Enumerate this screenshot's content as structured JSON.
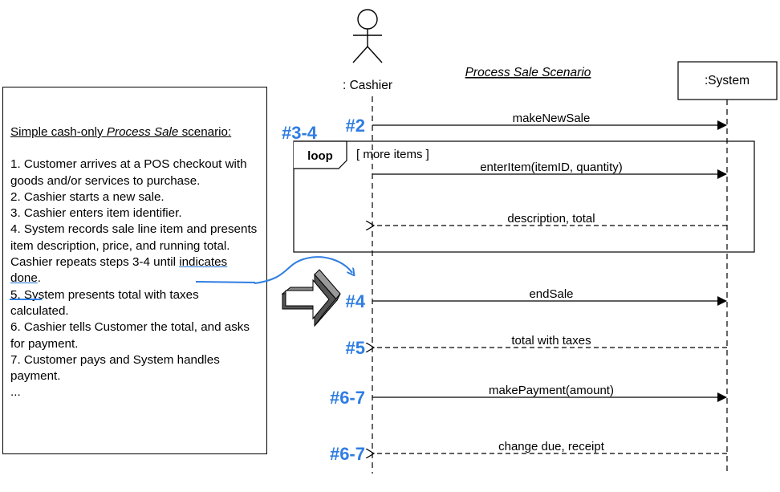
{
  "title": "Process Sale Scenario",
  "actor": {
    "label": ": Cashier"
  },
  "system": {
    "label": ":System"
  },
  "loop": {
    "tag": "loop",
    "guard": "[ more items ]"
  },
  "messages": [
    {
      "label": "makeNewSale",
      "kind": "sync",
      "step": "#2"
    },
    {
      "label": "enterItem(itemID, quantity)",
      "kind": "sync",
      "step": ""
    },
    {
      "label": "description, total",
      "kind": "return",
      "step": ""
    },
    {
      "label": "endSale",
      "kind": "sync",
      "step": "#4"
    },
    {
      "label": "total with taxes",
      "kind": "return",
      "step": "#5"
    },
    {
      "label": "makePayment(amount)",
      "kind": "sync",
      "step": "#6-7"
    },
    {
      "label": "change due, receipt",
      "kind": "return",
      "step": "#6-7"
    }
  ],
  "loop_step_label": "#3-4",
  "scenario": {
    "title_pre": "Simple cash-only ",
    "title_em": "Process Sale",
    "title_post": " scenario:",
    "steps": [
      "1. Customer arrives at a POS checkout with goods and/or services to purchase.",
      "2. Cashier starts a new sale.",
      "3. Cashier enters item identifier.",
      "4. System records sale line item and presents item description, price, and running total."
    ],
    "repeat_pre": "Cashier repeats steps 3-4 until ",
    "repeat_u1": "indicates",
    "repeat_u2": "done",
    "repeat_post": ".",
    "steps_after": [
      "5. System presents total with taxes calculated.",
      "6. Cashier tells Customer the total, and asks for payment.",
      "7. Customer pays and System handles payment.",
      "..."
    ]
  },
  "colors": {
    "annotation": "#2f7de1",
    "line": "#000000",
    "arrow_fill": "#666666"
  }
}
